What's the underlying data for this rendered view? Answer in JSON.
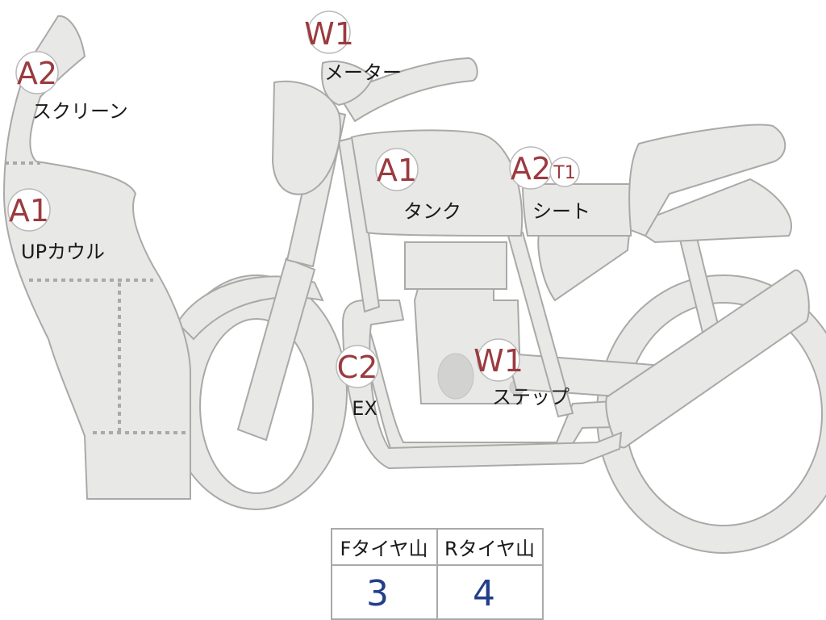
{
  "badges": {
    "screen_grade": "A2",
    "meter_grade": "W1",
    "upper_cowl_grade": "A1",
    "tank_grade": "A1",
    "seat_grade": "A2",
    "seat_sub_grade": "T1",
    "exhaust_grade": "C2",
    "step_grade": "W1"
  },
  "labels": {
    "screen": "スクリーン",
    "meter": "メーター",
    "upper_cowl": "UPカウル",
    "tank": "タンク",
    "seat": "シート",
    "exhaust": "EX",
    "step": "ステップ"
  },
  "tire_table": {
    "front_header": "Fタイヤ山",
    "rear_header": "Rタイヤ山",
    "front_value": "3",
    "rear_value": "4"
  },
  "colors": {
    "body_fill": "#e8e8e6",
    "outline": "#a9aaa8",
    "grade_text": "#9b3b3f",
    "value_text": "#233f8a"
  }
}
